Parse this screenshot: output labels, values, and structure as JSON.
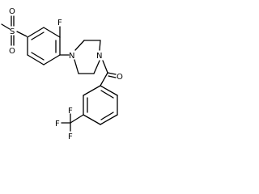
{
  "structure": {
    "atoms": {
      "sulfur": "S",
      "sulfonyl_oxygen_top": "O",
      "sulfonyl_oxygen_bottom": "O",
      "fluoro": "F",
      "piperazine_nitrogen_left": "N",
      "piperazine_nitrogen_right": "N",
      "carbonyl_oxygen": "O",
      "trifluoromethyl_f1": "F",
      "trifluoromethyl_f2": "F",
      "trifluoromethyl_f3": "F"
    }
  },
  "colors": {
    "bond": "#000000",
    "label": "#000000",
    "background": "#ffffff"
  }
}
